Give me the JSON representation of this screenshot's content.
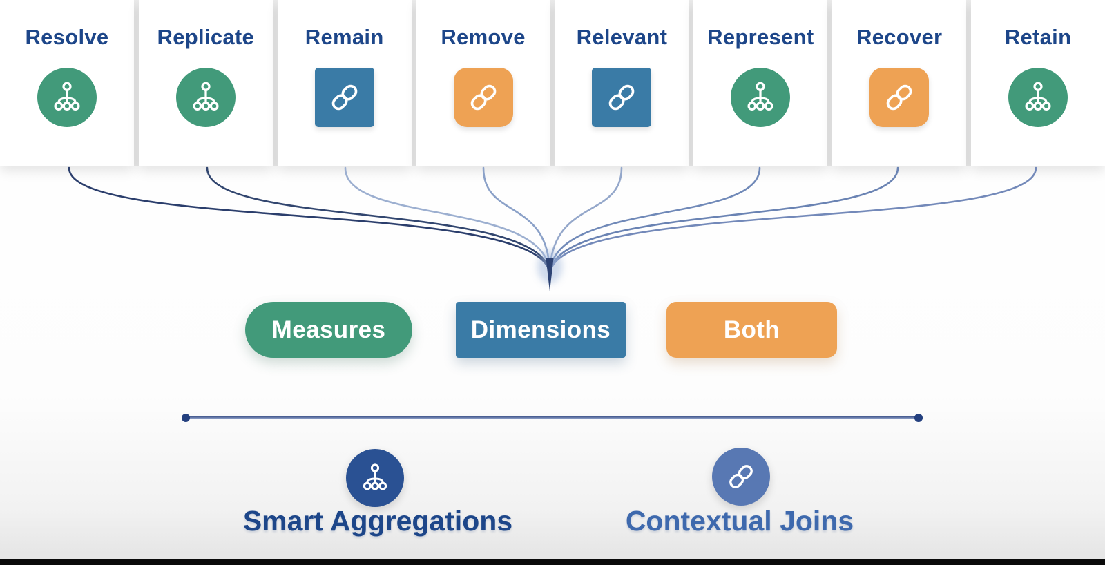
{
  "cards": [
    {
      "label": "Resolve",
      "icon": "hierarchy-icon",
      "shape": "circle",
      "color_key": "green"
    },
    {
      "label": "Replicate",
      "icon": "hierarchy-icon",
      "shape": "circle",
      "color_key": "green"
    },
    {
      "label": "Remain",
      "icon": "link-icon",
      "shape": "square",
      "color_key": "blue"
    },
    {
      "label": "Remove",
      "icon": "link-icon",
      "shape": "rounded",
      "color_key": "orange"
    },
    {
      "label": "Relevant",
      "icon": "link-icon",
      "shape": "square",
      "color_key": "blue"
    },
    {
      "label": "Represent",
      "icon": "hierarchy-icon",
      "shape": "circle",
      "color_key": "green"
    },
    {
      "label": "Recover",
      "icon": "link-icon",
      "shape": "rounded",
      "color_key": "orange"
    },
    {
      "label": "Retain",
      "icon": "hierarchy-icon",
      "shape": "circle",
      "color_key": "green"
    }
  ],
  "categories": [
    {
      "label": "Measures",
      "shape": "pill",
      "color": "#429a7a"
    },
    {
      "label": "Dimensions",
      "shape": "rect",
      "color": "#3a7ba6"
    },
    {
      "label": "Both",
      "shape": "rounded",
      "color": "#eea254"
    }
  ],
  "legend": [
    {
      "label": "Smart Aggregations",
      "icon": "hierarchy-icon",
      "color": "#2a5193",
      "text_color": "#1d4689"
    },
    {
      "label": "Contextual Joins",
      "icon": "link-icon",
      "color": "#5878b3",
      "text_color": "#3e69ad"
    }
  ],
  "colors": {
    "green": "#429a7a",
    "blue": "#3a7ba6",
    "orange": "#eea254",
    "navy": "#2a5193",
    "slate": "#5878b3",
    "steel": "#3e69ad",
    "text_navy": "#1d4689",
    "curve_dark": "#2b3e6c",
    "curve_light": "#9cafd0",
    "line_dot": "#24407f"
  }
}
